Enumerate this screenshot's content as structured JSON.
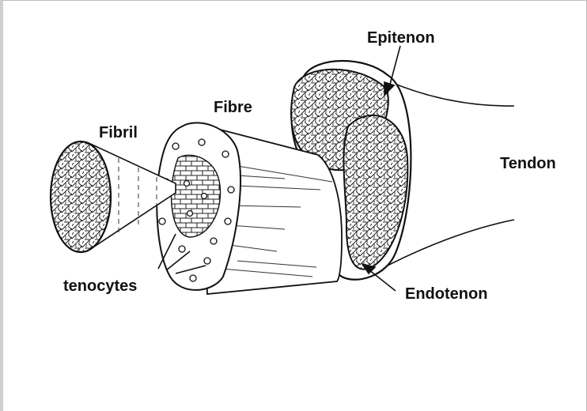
{
  "labels": {
    "fibril": "Fibril",
    "fibre": "Fibre",
    "epitenon": "Epitenon",
    "tendon": "Tendon",
    "endotenon": "Endotenon",
    "tenocytes": "tenocytes"
  },
  "colors": {
    "ink": "#111111",
    "paper": "#ffffff",
    "frame": "#bdbdbd"
  }
}
